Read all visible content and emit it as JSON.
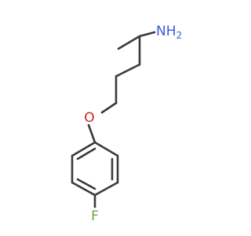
{
  "structure": {
    "atoms": {
      "amine": {
        "text": "NH",
        "subscript": "2",
        "color": "#3a5bd9"
      },
      "oxygen": {
        "text": "O",
        "color": "#d62020"
      },
      "fluorine": {
        "text": "F",
        "color": "#6aa84f"
      }
    },
    "bond_color": "#3a3a3a"
  }
}
